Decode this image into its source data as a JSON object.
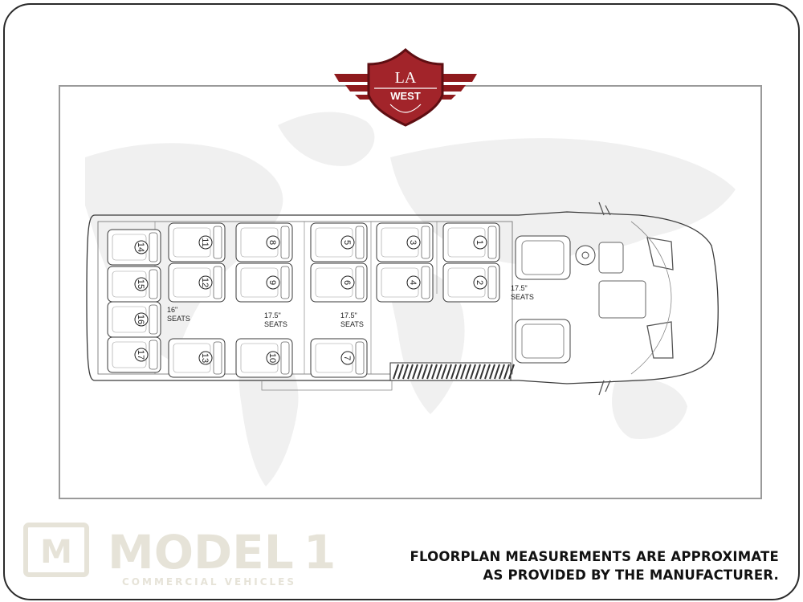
{
  "logo": {
    "line1": "LA",
    "line2": "WEST"
  },
  "watermark": {
    "mark": "M",
    "name": "MODEL",
    "number": "1",
    "tagline": "COMMERCIAL VEHICLES"
  },
  "seat_sizes": {
    "rear": {
      "size": "16\"",
      "word": "SEATS"
    },
    "middle_left": {
      "size": "17.5\"",
      "word": "SEATS"
    },
    "middle_right": {
      "size": "17.5\"",
      "word": "SEATS"
    },
    "front": {
      "size": "17.5\"",
      "word": "SEATS"
    }
  },
  "seats": [
    "1",
    "2",
    "3",
    "4",
    "5",
    "6",
    "7",
    "8",
    "9",
    "10",
    "11",
    "12",
    "13",
    "14",
    "15",
    "16",
    "17"
  ],
  "disclaimer": {
    "line1": "FLOORPLAN MEASUREMENTS ARE APPROXIMATE",
    "line2": "AS PROVIDED BY THE MANUFACTURER."
  }
}
